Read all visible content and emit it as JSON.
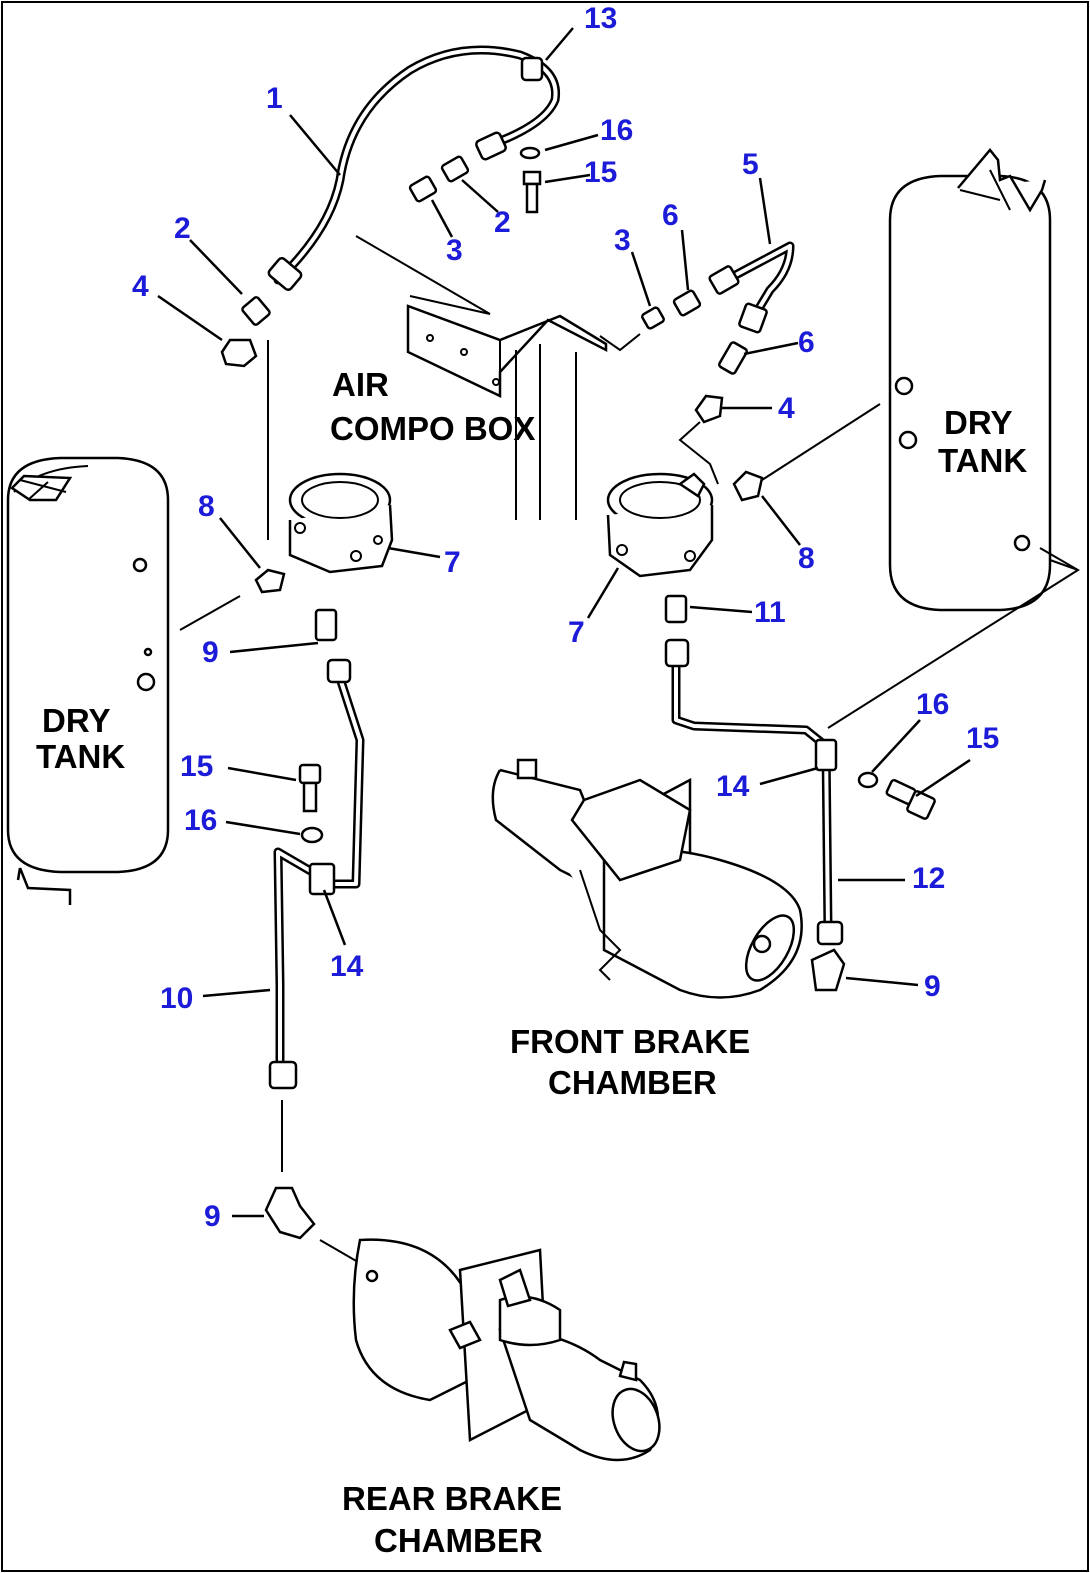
{
  "labels": {
    "air_compo_box_1": "AIR",
    "air_compo_box_2": "COMPO BOX",
    "dry_tank_left_1": "DRY",
    "dry_tank_left_2": "TANK",
    "dry_tank_right_1": "DRY",
    "dry_tank_right_2": "TANK",
    "front_brake_1": "FRONT BRAKE",
    "front_brake_2": "CHAMBER",
    "rear_brake_1": "REAR BRAKE",
    "rear_brake_2": "CHAMBER"
  },
  "callouts": {
    "c13": "13",
    "c1": "1",
    "c16a": "16",
    "c15a": "15",
    "c5": "5",
    "c2a": "2",
    "c2b": "2",
    "c3a": "3",
    "c3b": "3",
    "c6a": "6",
    "c6b": "6",
    "c4a": "4",
    "c4b": "4",
    "c8a": "8",
    "c8b": "8",
    "c7a": "7",
    "c7b": "7",
    "c9a": "9",
    "c9b": "9",
    "c9c": "9",
    "c11": "11",
    "c16b": "16",
    "c15b": "15",
    "c16c": "16",
    "c15c": "15",
    "c14a": "14",
    "c14b": "14",
    "c12": "12",
    "c10": "10"
  },
  "colors": {
    "callout": "#1c1cd8",
    "line": "#000000",
    "background": "#ffffff"
  }
}
